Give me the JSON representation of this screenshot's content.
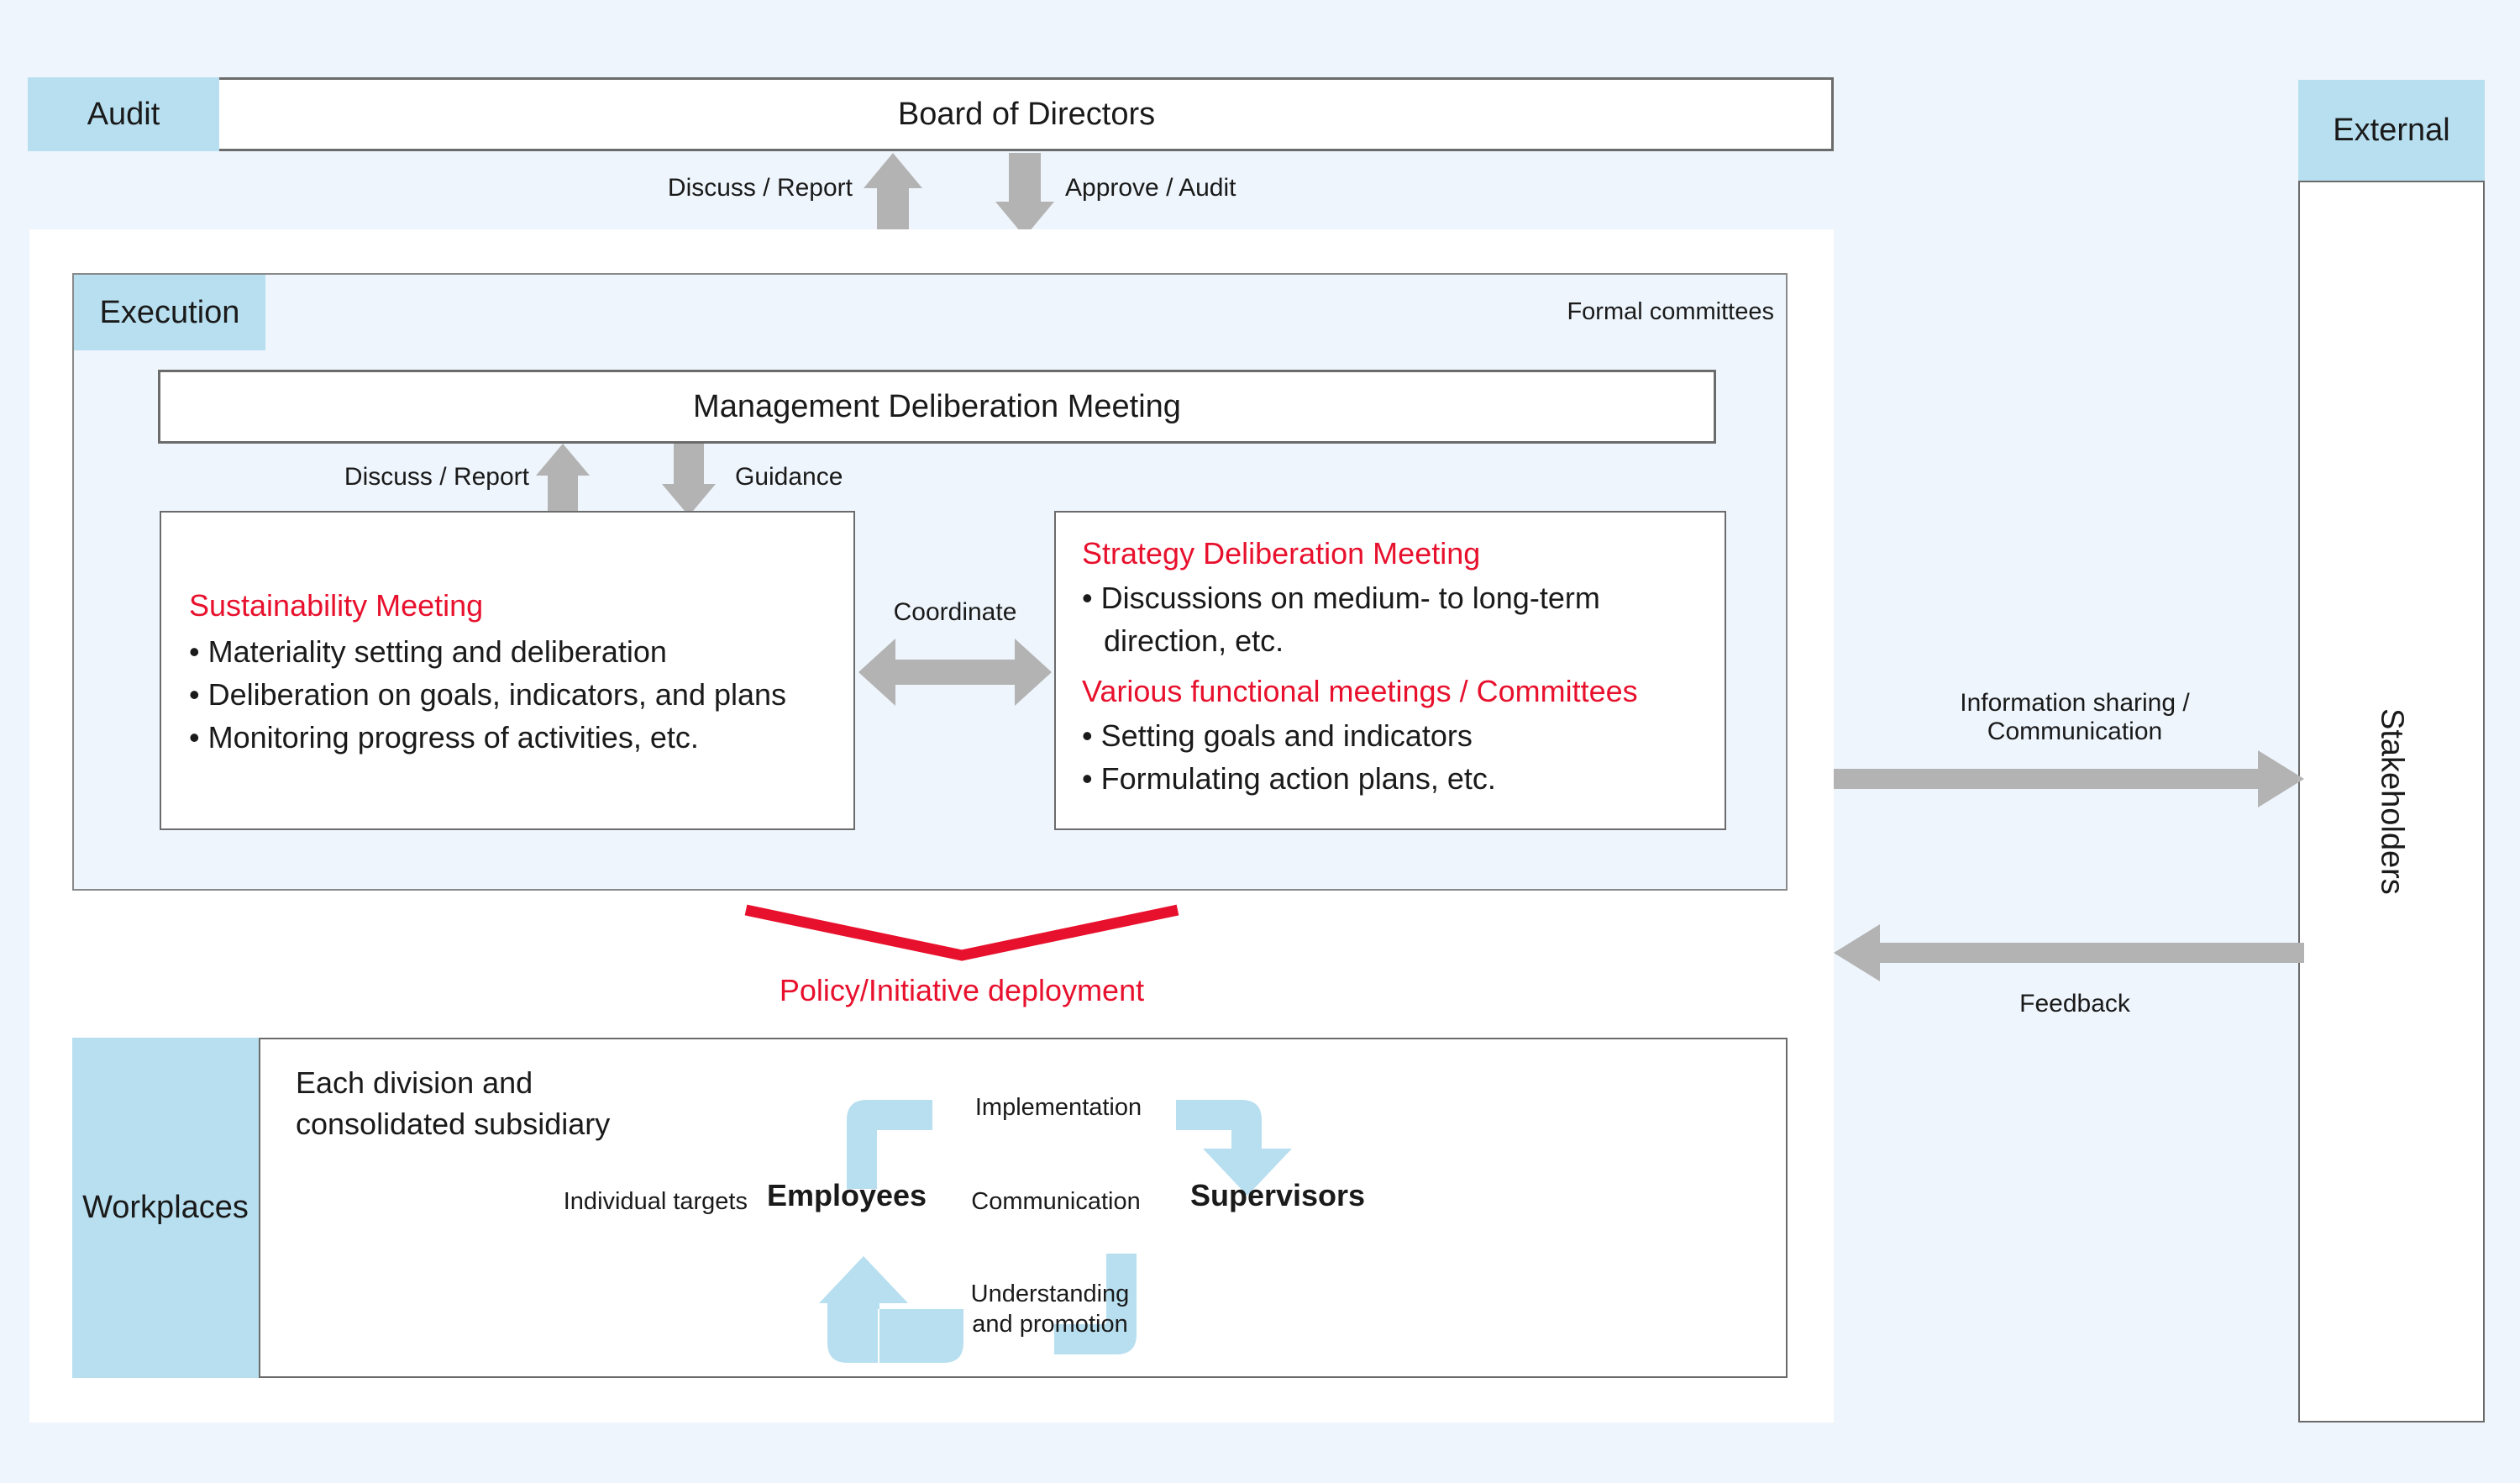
{
  "colors": {
    "background": "#eef5fc",
    "accent_blue": "#b7dff0",
    "accent_red": "#e8112d",
    "arrow_gray": "#b3b3b3",
    "border_gray": "#6b6b6b",
    "panel_fill": "#eef5fc",
    "cycle_arrow_blue": "#b7dff0"
  },
  "top": {
    "audit_tag": "Audit",
    "board_title": "Board of Directors",
    "arrow_up_label": "Discuss / Report",
    "arrow_down_label": "Approve / Audit"
  },
  "execution": {
    "tag": "Execution",
    "formal_committees": "Formal committees",
    "management_meeting": "Management Deliberation Meeting",
    "arrow_up_label": "Discuss / Report",
    "arrow_down_label": "Guidance",
    "coordinate_label": "Coordinate",
    "left_box": {
      "title": "Sustainability Meeting",
      "bullets": [
        "Materiality setting and deliberation",
        "Deliberation on goals, indicators, and plans",
        "Monitoring progress of activities, etc."
      ]
    },
    "right_box": {
      "title_1": "Strategy Deliberation Meeting",
      "bullets_1": [
        "Discussions on medium- to long-term",
        "direction, etc."
      ],
      "title_2": "Various functional meetings / Committees",
      "bullets_2": [
        "Setting goals and indicators",
        "Formulating action plans, etc."
      ]
    }
  },
  "deployment": {
    "label": "Policy/Initiative deployment"
  },
  "workplaces": {
    "tag": "Workplaces",
    "division_line_1": "Each division and",
    "division_line_2": "consolidated subsidiary",
    "individual_targets": "Individual targets",
    "employees": "Employees",
    "communication": "Communication",
    "supervisors": "Supervisors",
    "implementation": "Implementation",
    "understanding_line_1": "Understanding",
    "understanding_line_2": "and promotion"
  },
  "external": {
    "tag": "External",
    "stakeholders": "Stakeholders",
    "info_sharing_line_1": "Information sharing /",
    "info_sharing_line_2": "Communication",
    "feedback": "Feedback"
  }
}
